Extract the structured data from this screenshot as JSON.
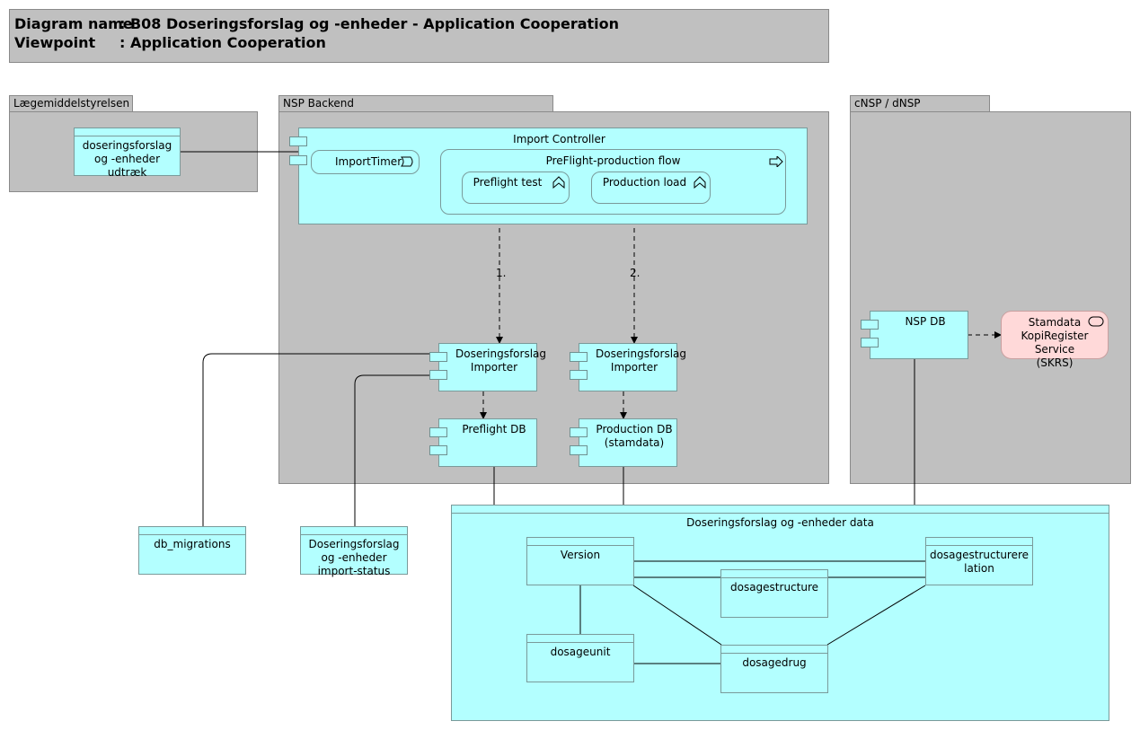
{
  "header": {
    "diagram_name_label": "Diagram name",
    "diagram_name_value": ": B08 Doseringsforslag og -enheder - Application Cooperation",
    "viewpoint_label": "Viewpoint",
    "viewpoint_value": ": Application Cooperation"
  },
  "groups": {
    "laegemiddel": "Lægemiddelstyrelsen",
    "nsp_backend": "NSP Backend",
    "cnsp": "cNSP / dNSP"
  },
  "elements": {
    "udtraek": "doseringsforslag og -enheder udtræk",
    "import_controller": "Import Controller",
    "import_timer": "ImportTimer",
    "preflight_flow": "PreFlight-production flow",
    "preflight_test": "Preflight test",
    "production_load": "Production load",
    "importer1": "Doseringsforslag Importer",
    "importer2": "Doseringsforslag Importer",
    "preflight_db": "Preflight DB",
    "production_db": "Production DB (stamdata)",
    "nsp_db": "NSP DB",
    "skrs": "Stamdata KopiRegister Service (SKRS)",
    "db_migrations": "db_migrations",
    "import_status": "Doseringsforslag og -enheder import-status",
    "data_group": "Doseringsforslag og -enheder data",
    "version": "Version",
    "dosagestructurerelation": "dosagestructurerelation",
    "dosagestructure": "dosagestructure",
    "dosageunit": "dosageunit",
    "dosagedrug": "dosagedrug"
  },
  "flow_labels": {
    "step1": "1.",
    "step2": "2."
  },
  "colors": {
    "app_component": "#b3ffff",
    "group": "#c0c0c0",
    "service": "#ffd9d9"
  },
  "icons": [
    "event-icon",
    "function-icon",
    "flow-arrow-icon",
    "service-icon",
    "component-port-icon"
  ]
}
